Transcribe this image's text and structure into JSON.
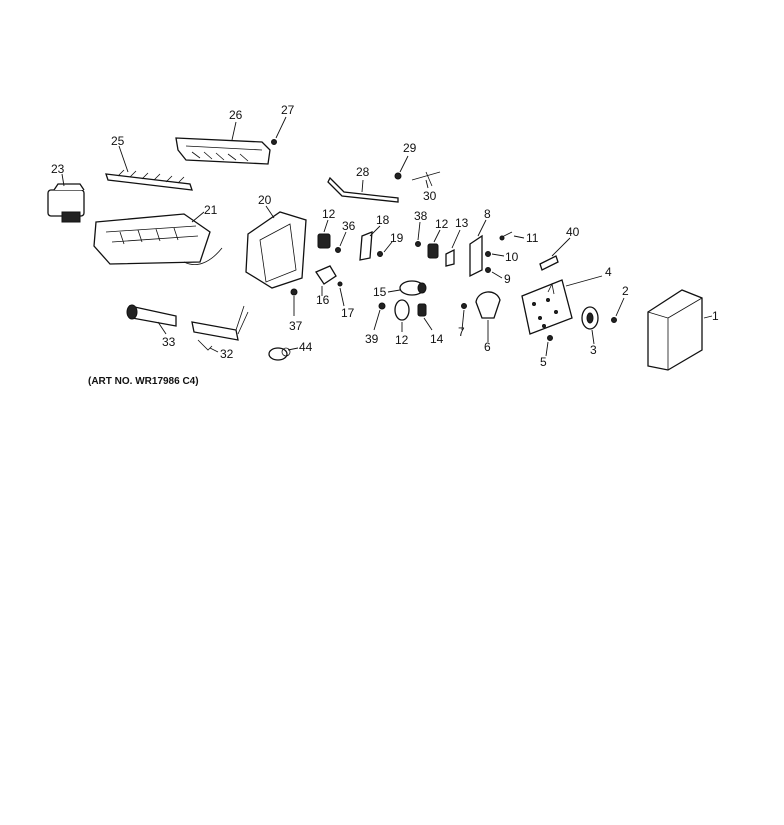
{
  "caption": "(ART NO. WR17986 C4)",
  "callouts": {
    "c1": "1",
    "c2": "2",
    "c3": "3",
    "c4": "4",
    "c5": "5",
    "c6": "6",
    "c7": "7",
    "c8": "8",
    "c9": "9",
    "c10": "10",
    "c11": "11",
    "c12a": "12",
    "c12b": "12",
    "c12c": "12",
    "c13": "13",
    "c14": "14",
    "c15": "15",
    "c16": "16",
    "c17": "17",
    "c18": "18",
    "c19": "19",
    "c20": "20",
    "c21": "21",
    "c23": "23",
    "c25": "25",
    "c26": "26",
    "c27": "27",
    "c28": "28",
    "c29": "29",
    "c30": "30",
    "c32": "32",
    "c33": "33",
    "c36": "36",
    "c37": "37",
    "c38": "38",
    "c39": "39",
    "c40": "40",
    "c44": "44"
  }
}
